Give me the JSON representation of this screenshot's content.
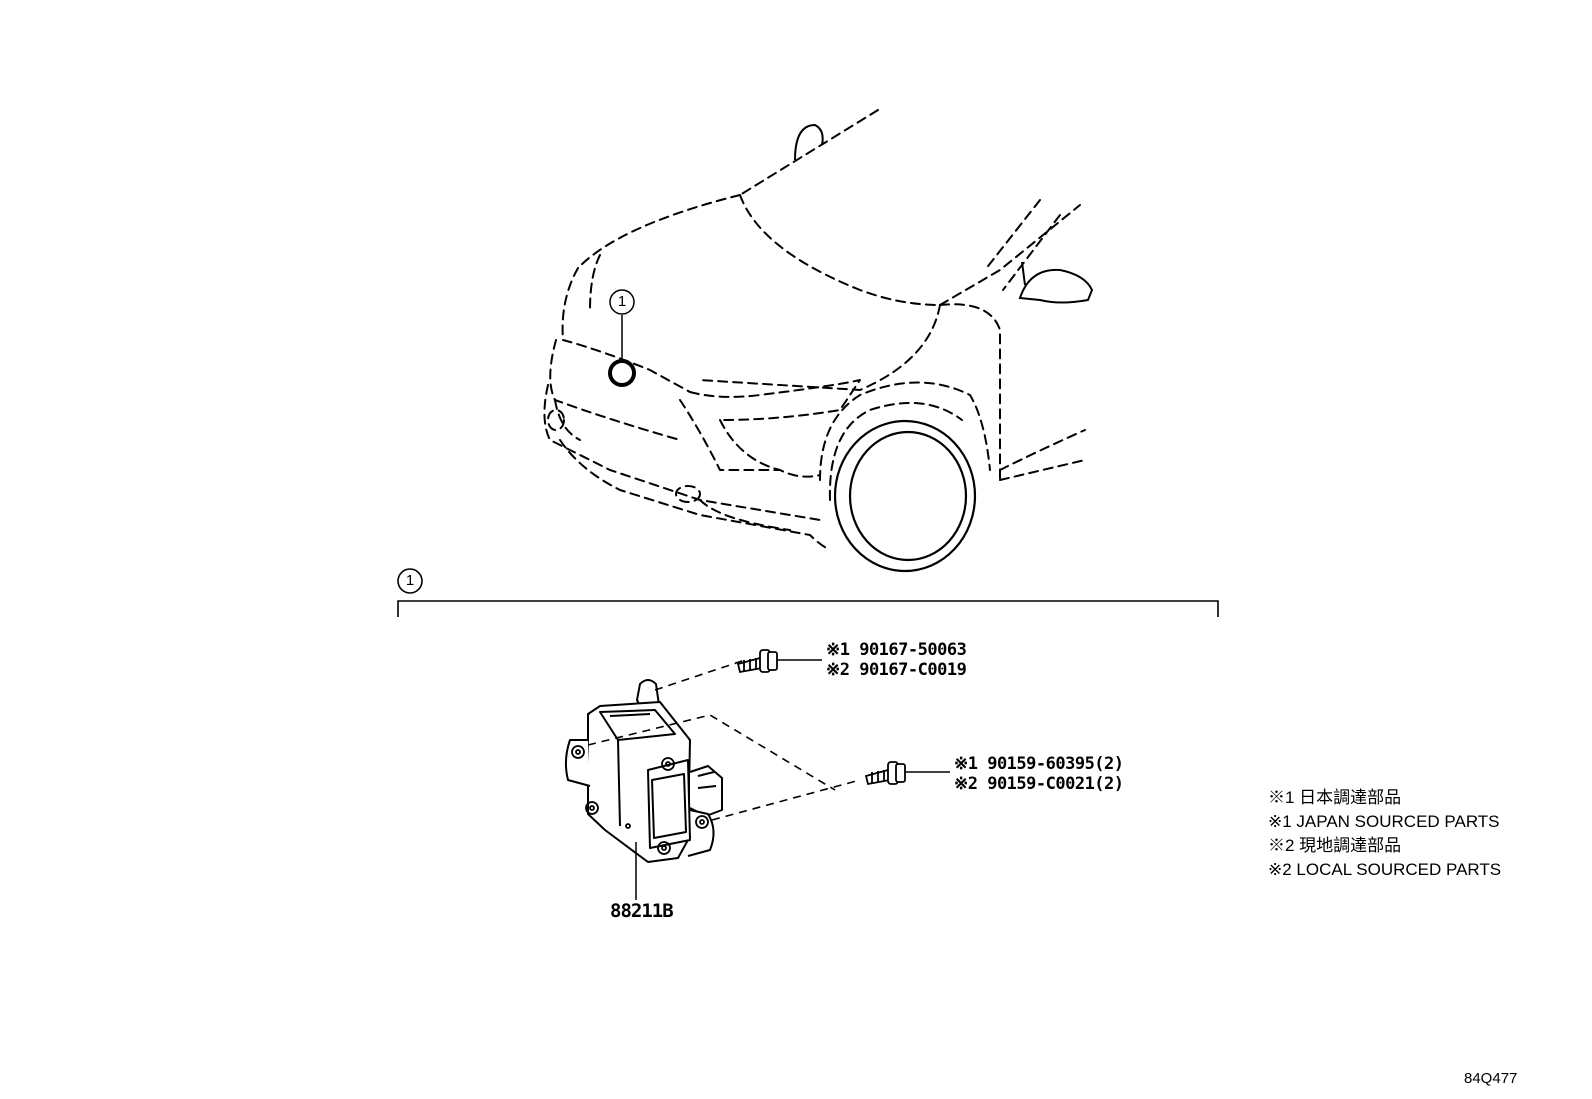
{
  "callout_number": "1",
  "bolt_upper": {
    "line1": "※1 90167-50063",
    "line2": "※2 90167-C0019"
  },
  "bolt_lower": {
    "line1": "※1 90159-60395(2)",
    "line2": "※2 90159-C0021(2)"
  },
  "module_part_number": "88211B",
  "notes": [
    "※1 日本調達部品",
    "※1 JAPAN SOURCED PARTS",
    "※2 現地調達部品",
    "※2 LOCAL SOURCED PARTS"
  ],
  "diagram_code": "84Q477"
}
